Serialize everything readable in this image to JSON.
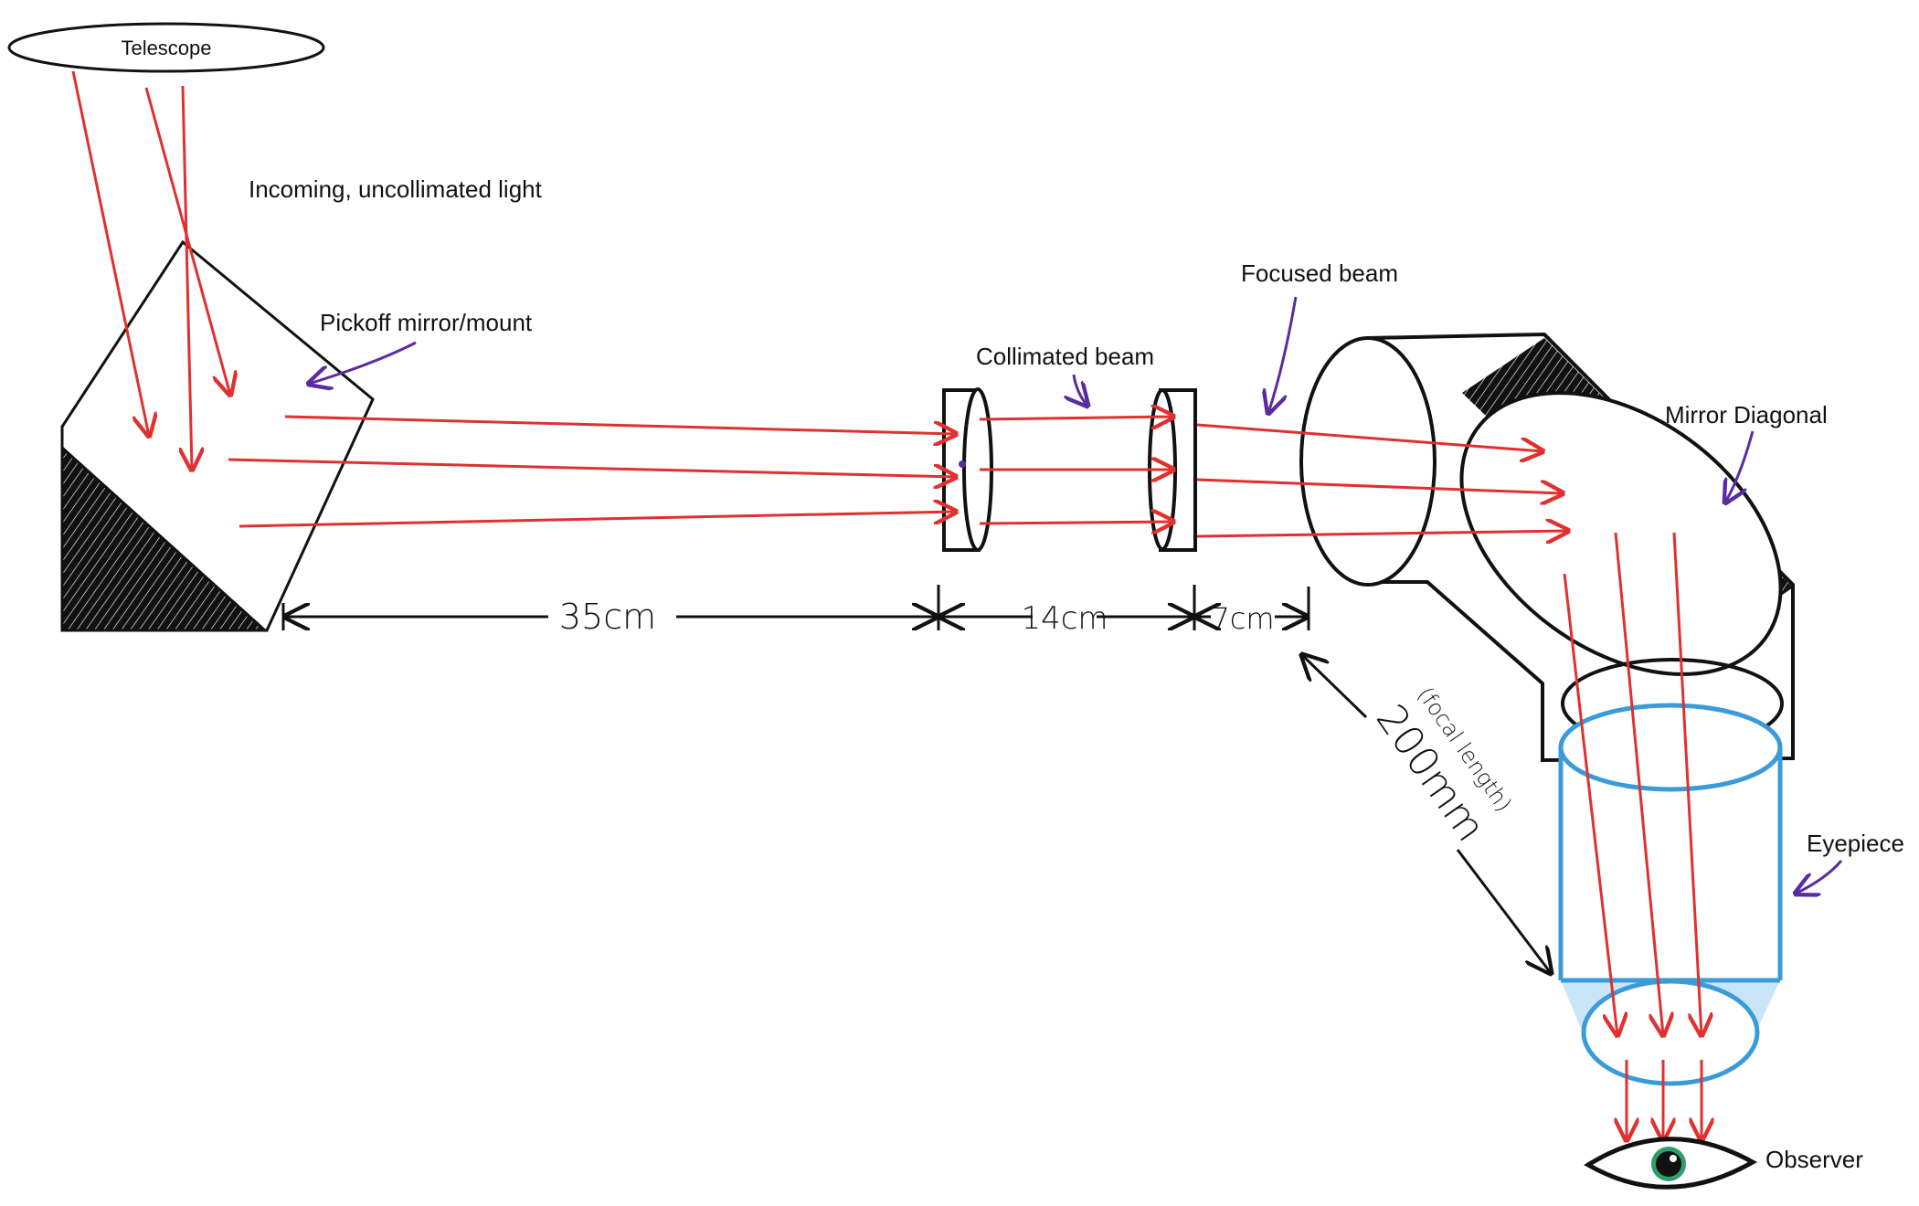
{
  "labels": {
    "telescope": "Telescope",
    "incoming": "Incoming, uncollimated light",
    "pickoff": "Pickoff mirror/mount",
    "collimated": "Collimated beam",
    "focused": "Focused beam",
    "mirror_diagonal": "Mirror Diagonal",
    "eyepiece": "Eyepiece",
    "observer": "Observer"
  },
  "dimensions": {
    "d1": "35cm",
    "d2": "14cm",
    "d3": "7cm",
    "focal_note": "(focal length)",
    "focal_value": "200mm"
  },
  "colors": {
    "ray": "#e03030",
    "annotation_arrow": "#5a2ca0",
    "eyepiece": "#3a9bd8",
    "outline": "#111111",
    "iris": "#2e9e6a"
  }
}
